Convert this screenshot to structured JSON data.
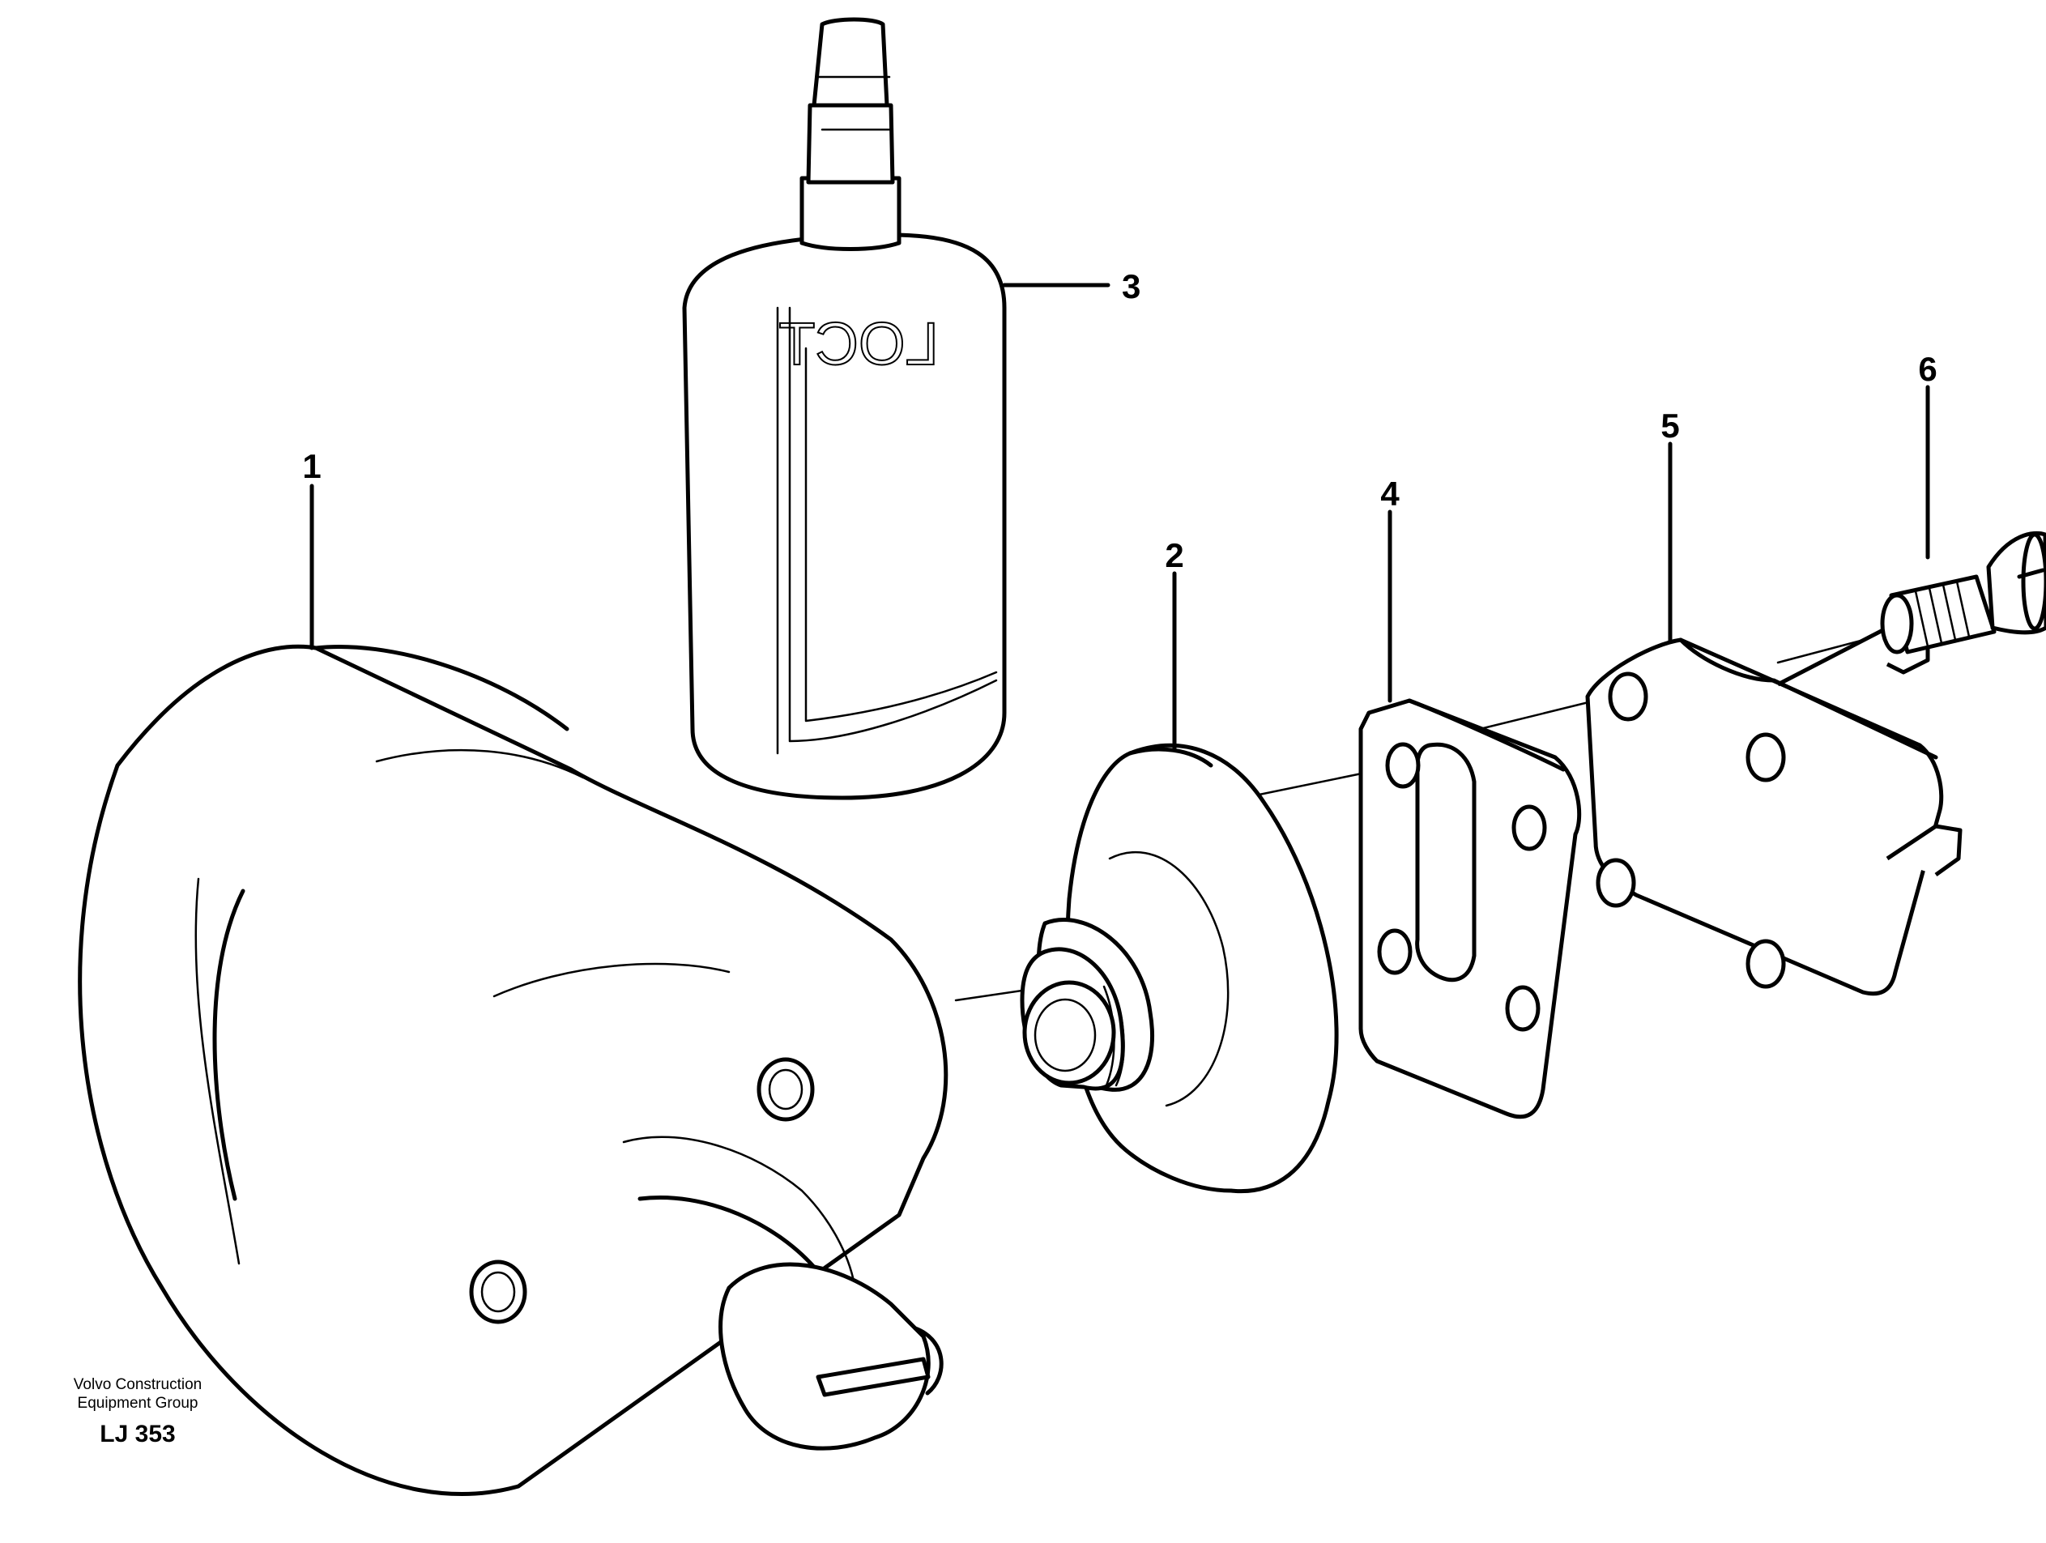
{
  "callouts": {
    "c1": "1",
    "c2": "2",
    "c3": "3",
    "c4": "4",
    "c5": "5",
    "c6": "6"
  },
  "credit": {
    "line1": "Volvo Construction",
    "line2": "Equipment Group",
    "code": "LJ 353"
  },
  "bottle_label_text": "LOCT"
}
